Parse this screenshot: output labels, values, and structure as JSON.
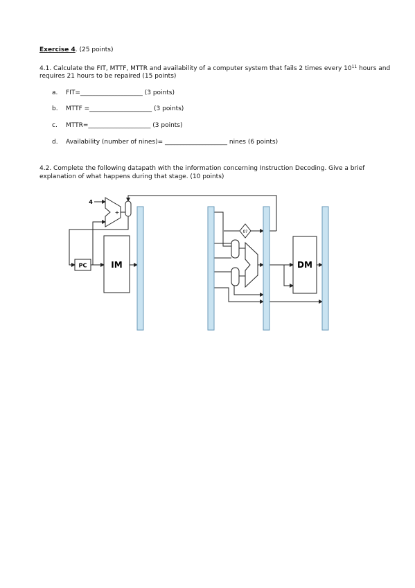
{
  "exercise": {
    "title": "Exercise 4",
    "suffix": ".",
    "points": "(25 points)"
  },
  "q1": {
    "text_a": "4.1. Calculate the FIT, MTTF, MTTR and availability of a computer system that fails 2 times every 10",
    "superscript": "11",
    "text_b": " hours and",
    "line2": "requires 21 hours to be repaired (15 points)",
    "items": [
      {
        "label": "a.",
        "text": "FIT=____________________ (3 points)"
      },
      {
        "label": "b.",
        "text": "MTTF =____________________ (3 points)"
      },
      {
        "label": "c.",
        "text": "MTTR=____________________ (3 points)"
      },
      {
        "label": "d.",
        "text": "Availability (number of nines)= ____________________ nines (6 points)"
      }
    ]
  },
  "q2": {
    "line1": "4.2. Complete the following datapath with the information concerning Instruction Decoding. Give a brief",
    "line2": "explanation of what happens during that stage. (10 points)"
  },
  "diagram": {
    "const_four": "4",
    "pc_label": "PC",
    "im_label": "IM",
    "dm_label": "DM",
    "compare_label": "0?",
    "adder_plus": "+",
    "colors": {
      "pipeline_register_fill": "#c9e3f1",
      "pipeline_register_stroke": "#6a9ab8",
      "wire": "#222222"
    }
  }
}
